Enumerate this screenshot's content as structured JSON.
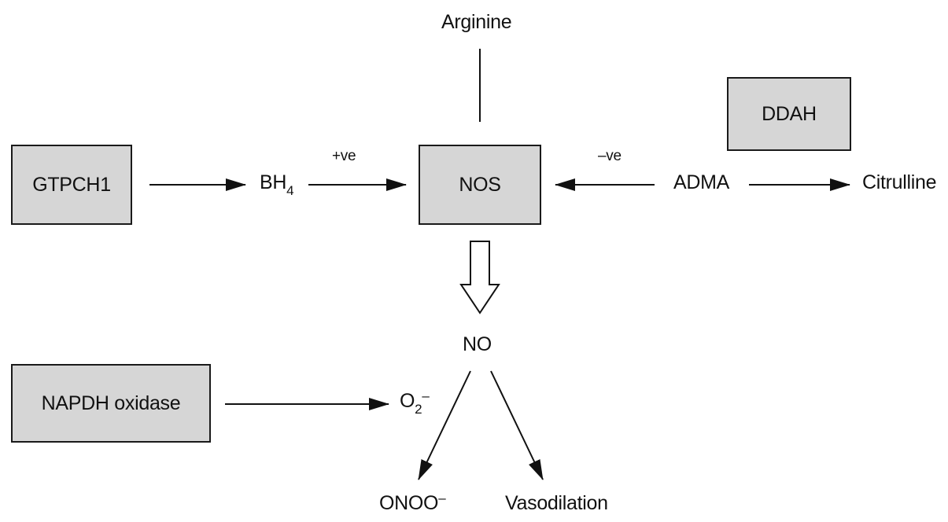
{
  "boxes": {
    "gtpch1": "GTPCH1",
    "nos": "NOS",
    "ddah": "DDAH",
    "napdh": "NAPDH oxidase"
  },
  "labels": {
    "arginine": "Arginine",
    "bh": "BH",
    "bh_sub": "4",
    "plus_ve": "+ve",
    "minus_ve": "–ve",
    "adma": "ADMA",
    "citrulline": "Citrulline",
    "no": "NO",
    "o2": "O",
    "o2_sub": "2",
    "o2_sup": "–",
    "onoo": "ONOO",
    "onoo_sup": "–",
    "vasodilation": "Vasodilation"
  }
}
